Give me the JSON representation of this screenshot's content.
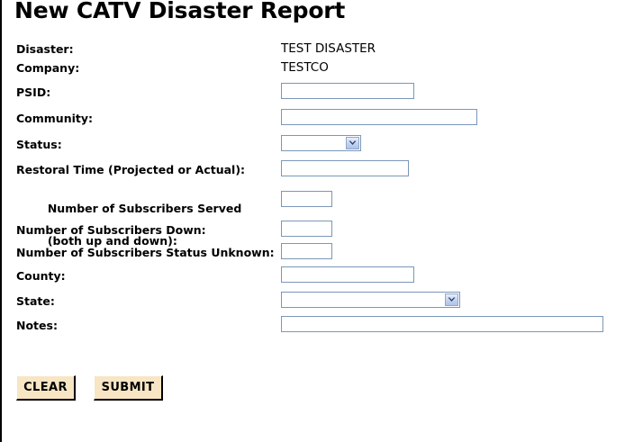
{
  "page": {
    "title": "New CATV Disaster Report",
    "border_color": "#000000",
    "background": "#ffffff",
    "field_border_color": "#7a97b7",
    "button_background": "#f7e5c4"
  },
  "form": {
    "rows": [
      {
        "label": "Disaster",
        "colon": ":",
        "kind": "text-value",
        "value": "TEST DISASTER"
      },
      {
        "label": "Company",
        "colon": ":",
        "kind": "text-value",
        "value": "TESTCO"
      },
      {
        "label": "PSID",
        "colon": ":",
        "kind": "input",
        "value": "",
        "placeholder": ""
      },
      {
        "label": "Community",
        "colon": ":",
        "kind": "input",
        "value": "",
        "placeholder": ""
      },
      {
        "label": "Status",
        "colon": ":",
        "kind": "select",
        "value": "",
        "options": [
          ""
        ]
      },
      {
        "label": "Restoral Time (Projected or Actual)",
        "colon": ":",
        "kind": "input",
        "value": "",
        "placeholder": ""
      },
      {
        "label": "Number of Subscribers Served\n(both up and down)",
        "colon": ":",
        "kind": "input",
        "value": "",
        "placeholder": ""
      },
      {
        "label": "Number of Subscribers Down",
        "colon": ":",
        "kind": "input",
        "value": "",
        "placeholder": ""
      },
      {
        "label": "Number of Subscribers Status Unknown",
        "colon": ":",
        "kind": "input",
        "value": "",
        "placeholder": ""
      },
      {
        "label": "County",
        "colon": ":",
        "kind": "input",
        "value": "",
        "placeholder": ""
      },
      {
        "label": "State",
        "colon": ":",
        "kind": "select",
        "value": "",
        "options": [
          ""
        ]
      },
      {
        "label": "Notes",
        "colon": ":",
        "kind": "input",
        "value": "",
        "placeholder": ""
      }
    ],
    "labels": {
      "disaster": "Disaster:",
      "company": "Company:",
      "psid": "PSID:",
      "community": "Community:",
      "status": "Status:",
      "restoral_time": "Restoral Time (Projected or Actual):",
      "subscribers_served_line1": "Number of Subscribers Served",
      "subscribers_served_line2": "(both up and down):",
      "subscribers_down": "Number of Subscribers Down:",
      "subscribers_unknown": "Number of Subscribers Status Unknown:",
      "county": "County:",
      "state": "State:",
      "notes": "Notes:"
    },
    "values": {
      "disaster": "TEST DISASTER",
      "company": "TESTCO",
      "psid": "",
      "community": "",
      "status": "",
      "restoral_time": "",
      "subscribers_served": "",
      "subscribers_down": "",
      "subscribers_unknown": "",
      "county": "",
      "state": "",
      "notes": ""
    }
  },
  "buttons": {
    "clear": "CLEAR",
    "submit": "SUBMIT"
  },
  "icons": {
    "chevron_down": "chevron-down-icon"
  }
}
